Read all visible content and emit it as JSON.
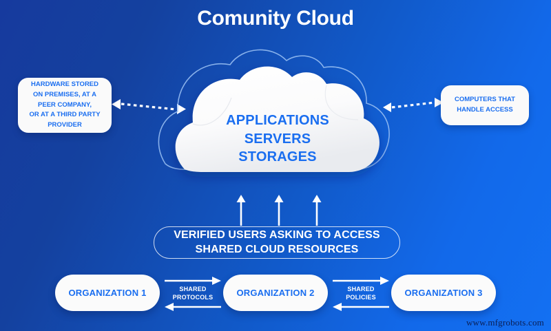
{
  "title": "Comunity Cloud",
  "cloud": {
    "lines": [
      "APPLICATIONS",
      "SERVERS",
      "STORAGES"
    ],
    "text": "APPLICATIONS\nSERVERS\nSTORAGES"
  },
  "callouts": {
    "left": {
      "text": "HARDWARE STORED\nON PREMISES, AT A\nPEER COMPANY,\nOR AT A THIRD PARTY\nPROVIDER",
      "lines": [
        "HARDWARE STORED",
        "ON PREMISES, AT A",
        "PEER COMPANY,",
        "OR AT A THIRD PARTY",
        "PROVIDER"
      ]
    },
    "right": {
      "text": "COMPUTERS THAT\nHANDLE ACCESS",
      "lines": [
        "COMPUTERS THAT",
        "HANDLE ACCESS"
      ]
    }
  },
  "banner": {
    "text": "VERIFIED USERS ASKING TO ACCESS\nSHARED CLOUD RESOURCES",
    "lines": [
      "VERIFIED USERS ASKING TO ACCESS",
      "SHARED CLOUD RESOURCES"
    ]
  },
  "organizations": [
    {
      "label": "ORGANIZATION 1"
    },
    {
      "label": "ORGANIZATION 2"
    },
    {
      "label": "ORGANIZATION 3"
    }
  ],
  "links": [
    {
      "text": "SHARED\nPROTOCOLS",
      "lines": [
        "SHARED",
        "PROTOCOLS"
      ]
    },
    {
      "text": "SHARED\nPOLICIES",
      "lines": [
        "SHARED",
        "POLICIES"
      ]
    }
  ],
  "watermark": "www.mfgrobots.com",
  "colors": {
    "bg_dark": "#163a9e",
    "bg_light": "#1370f2",
    "accent_blue": "#1a6ef0",
    "card_white": "#fafafa",
    "text_white": "#ffffff",
    "watermark": "#0b1f55"
  }
}
